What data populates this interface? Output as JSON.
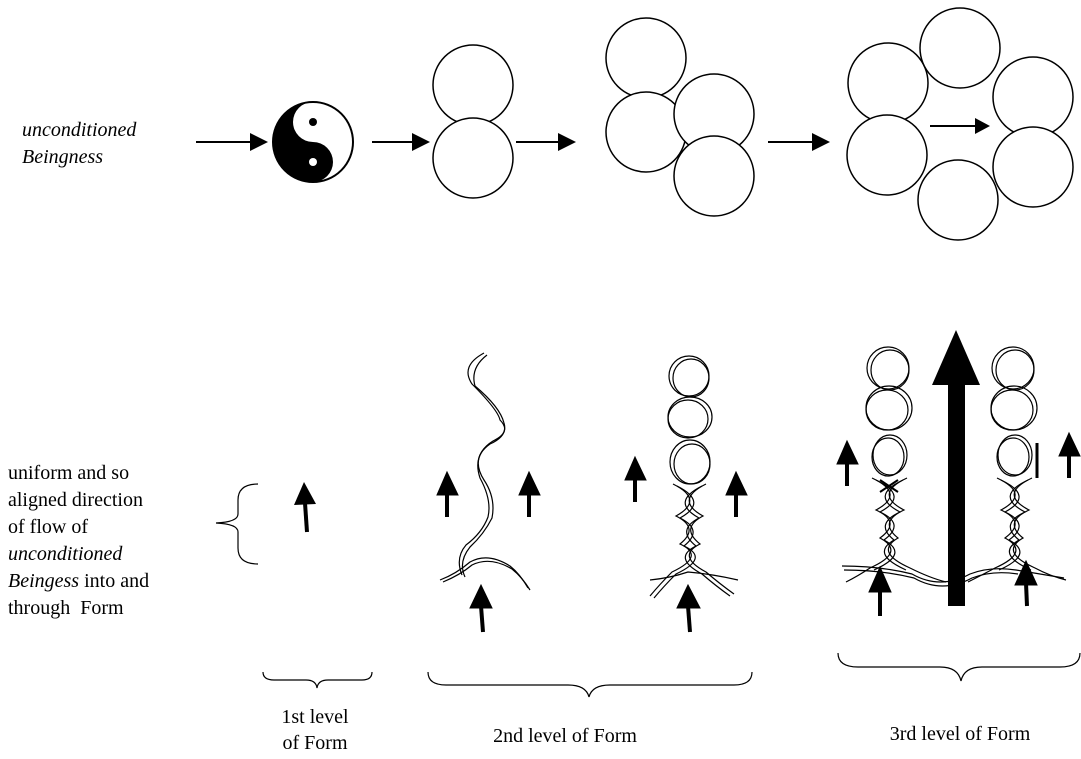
{
  "top_row": {
    "source_label": [
      "unconditioned",
      "Beingness"
    ]
  },
  "flow_note": {
    "lines": [
      {
        "text": "uniform and so",
        "italic": false
      },
      {
        "text": "aligned direction",
        "italic": false
      },
      {
        "text": "of flow of",
        "italic": false
      },
      {
        "text": "unconditioned",
        "italic": true
      },
      {
        "italic_part": "Beingess",
        "plain_part": " into and"
      },
      {
        "text": "through  Form",
        "italic": false
      }
    ]
  },
  "levels": [
    {
      "lines": [
        "1st level",
        "of Form"
      ]
    },
    {
      "lines": [
        "2nd level of Form"
      ]
    },
    {
      "lines": [
        "3rd level of Form"
      ]
    }
  ],
  "colors": {
    "ink": "#000000",
    "paper": "#ffffff"
  }
}
